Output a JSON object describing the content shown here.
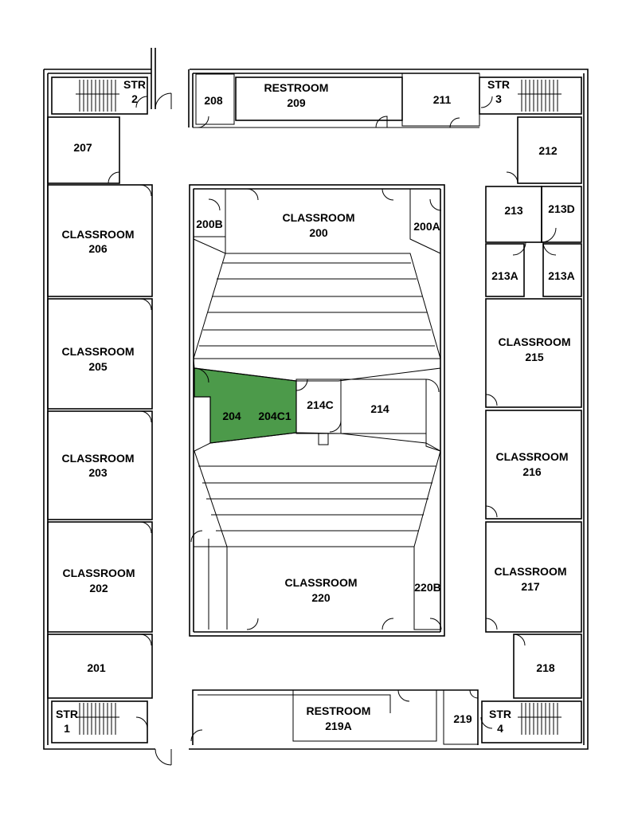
{
  "highlight_color": "#4c9a4a",
  "rooms": {
    "str2_a": "STR",
    "str2_b": "2",
    "str3_a": "STR",
    "str3_b": "3",
    "str1_a": "STR",
    "str1_b": "1",
    "str4_a": "STR",
    "str4_b": "4",
    "r208": "208",
    "restroom209_a": "RESTROOM",
    "restroom209_b": "209",
    "r211": "211",
    "r207": "207",
    "r212": "212",
    "c206_a": "CLASSROOM",
    "c206_b": "206",
    "c205_a": "CLASSROOM",
    "c205_b": "205",
    "c203_a": "CLASSROOM",
    "c203_b": "203",
    "c202_a": "CLASSROOM",
    "c202_b": "202",
    "r201": "201",
    "r200b": "200B",
    "c200_a": "CLASSROOM",
    "c200_b": "200",
    "r200a": "200A",
    "r213": "213",
    "r213d": "213D",
    "r213a_left": "213A",
    "r213a_right": "213A",
    "c215_a": "CLASSROOM",
    "c215_b": "215",
    "c216_a": "CLASSROOM",
    "c216_b": "216",
    "c217_a": "CLASSROOM",
    "c217_b": "217",
    "r218": "218",
    "r204": "204",
    "r204c1": "204C1",
    "r214c": "214C",
    "r214": "214",
    "c220_a": "CLASSROOM",
    "c220_b": "220",
    "r220b": "220B",
    "restroom219a_a": "RESTROOM",
    "restroom219a_b": "219A",
    "r219": "219"
  }
}
